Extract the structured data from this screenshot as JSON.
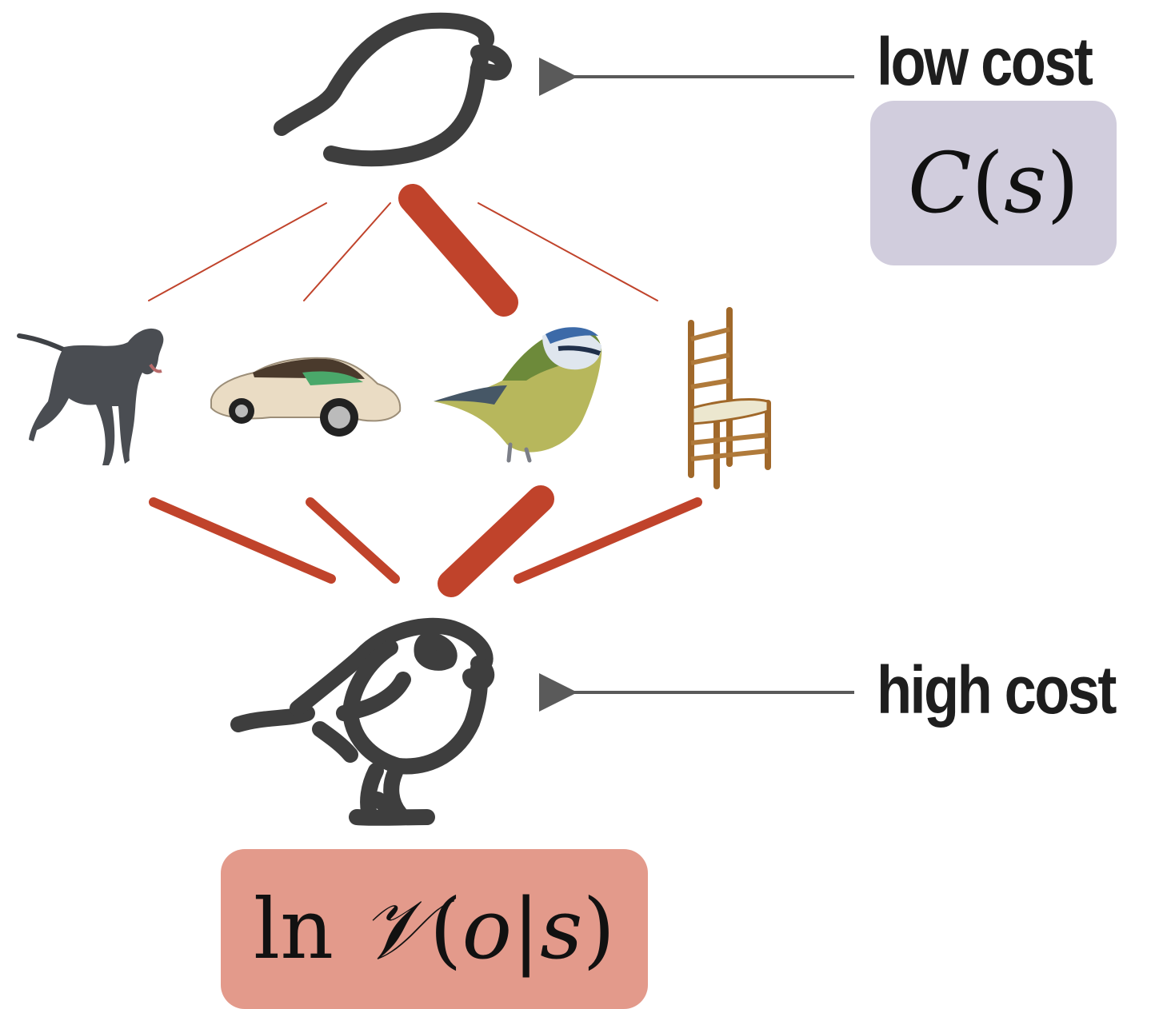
{
  "labels": {
    "low_cost": "low cost",
    "high_cost": "high cost"
  },
  "formulas": {
    "cost": {
      "func": "C",
      "open": "(",
      "var": "s",
      "close": ")"
    },
    "likelihood": {
      "ln": "ln",
      "func": "𝒱",
      "open": "(",
      "obs": "o",
      "bar": "|",
      "var": "s",
      "close": ")"
    }
  },
  "objects": [
    "dog",
    "car",
    "bird",
    "chair"
  ],
  "colors": {
    "edge": "#c0432b",
    "sketch": "#3e3e3e",
    "arrow": "#5a5a5a",
    "cost_box": "#d1cddd",
    "likelihood_box": "#e39a8b"
  }
}
